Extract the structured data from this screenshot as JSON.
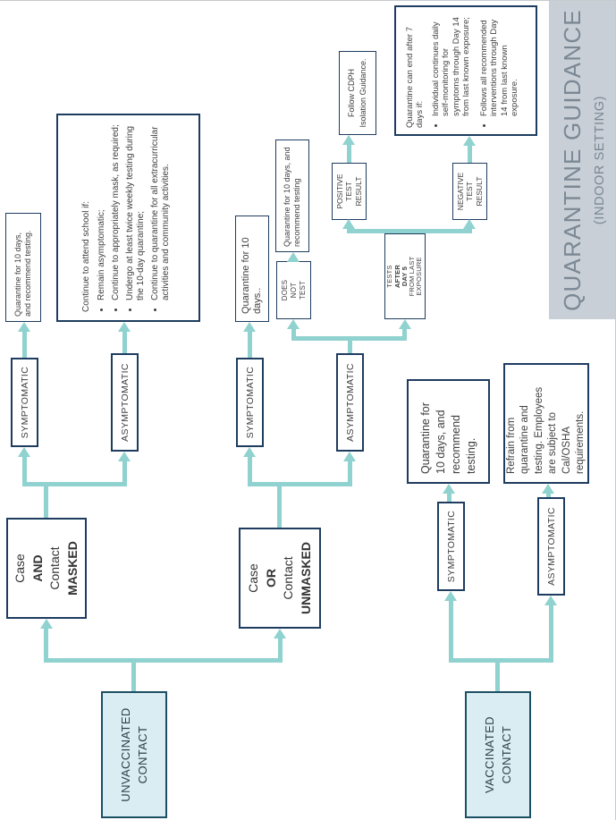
{
  "page": {
    "title": "QUARANTINE GUIDANCE",
    "subtitle": "(INDOOR SETTING)"
  },
  "colors": {
    "arrow": "#8fd2cf",
    "box_border": "#1e3c5f",
    "start_border": "#1d4f63",
    "start_fill": "#daedf3",
    "banner_bg": "#c8cfd6",
    "banner_text": "#7b8894",
    "text": "#3f3f3f"
  },
  "nodes": {
    "unvaccinated": {
      "lines": [
        "UNVACCINATED",
        "CONTACT"
      ]
    },
    "vaccinated": {
      "lines": [
        "VACCINATED",
        "CONTACT"
      ]
    },
    "case_masked": {
      "lines": [
        "Case",
        "AND",
        "Contact",
        "MASKED"
      ]
    },
    "case_unmasked": {
      "lines": [
        "Case",
        "OR",
        "Contact",
        "UNMASKED"
      ]
    },
    "symptomatic": "SYMPTOMATIC",
    "asymptomatic": "ASYMPTOMATIC",
    "does_not_test": {
      "lines": [
        "DOES",
        "NOT",
        "TEST"
      ]
    },
    "tests_after_day5": {
      "lines": [
        "TESTS",
        "AFTER",
        "DAY 5",
        "FROM LAST",
        "EXPOSURE"
      ]
    },
    "positive_result": {
      "lines": [
        "POSITIVE",
        "TEST",
        "RESULT"
      ]
    },
    "negative_result": {
      "lines": [
        "NEGATIVE",
        "TEST",
        "RESULT"
      ]
    }
  },
  "outcomes": {
    "quarantine_10_recommend": "Quarantine for 10 days, and recommend testing.",
    "quarantine_10_recommend_noperiod": "Quarantine for 10 days, and recommend testing",
    "quarantine_10": "Quarantine for 10 days..",
    "attend_school": {
      "intro": "Continue to attend school if:",
      "bullets": [
        "Remain asymptomatic;",
        "Continue to appropriately mask, as required;",
        "Undergo at least twice weekly testing during the 10-day quarantine;",
        "Continue to quarantine for all extracurricular activities and community activities."
      ]
    },
    "follow_cdph": "Follow CDPH Isolation Guidance.",
    "end_after_7": {
      "intro": "Quarantine can end after 7 days if:",
      "bullets": [
        "Individual continues daily self-monitoring for symptoms through Day 14 from last known exposure;",
        "Follows all recommended interventions through Day 14 from last known exposure."
      ]
    },
    "vaccinated_asymptomatic": "Refrain from quarantine and testing. Employees are subject to Cal/OSHA requirements."
  }
}
